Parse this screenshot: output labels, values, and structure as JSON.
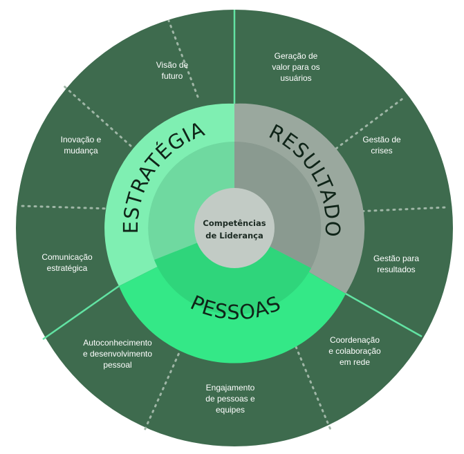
{
  "center": {
    "line1": "Competências",
    "line2": "de Liderança"
  },
  "ring": {
    "estrategia": "ESTRATÉGIA",
    "resultado": "RESULTADO",
    "pessoas": "PESSOAS"
  },
  "segments": [
    {
      "lines": [
        "Visão de",
        "futuro"
      ]
    },
    {
      "lines": [
        "Geração de",
        "valor para os",
        "usuários"
      ]
    },
    {
      "lines": [
        "Gestão de",
        "crises"
      ]
    },
    {
      "lines": [
        "Gestão para",
        "resultados"
      ]
    },
    {
      "lines": [
        "Coordenação",
        "e colaboração",
        "em rede"
      ]
    },
    {
      "lines": [
        "Engajamento",
        "de pessoas e",
        "equipes"
      ]
    },
    {
      "lines": [
        "Autoconhecimento",
        "e desenvolvimento",
        "pessoal"
      ]
    },
    {
      "lines": [
        "Comunicação",
        "estratégica"
      ]
    },
    {
      "lines": [
        "Inovação e",
        "mudança"
      ]
    }
  ],
  "colors": {
    "outer": "#3e6b4e",
    "estrategia": "#7fefb2",
    "estrategia_inner": "#6fd9a0",
    "resultado": "#9aa89e",
    "resultado_inner": "#8a9a90",
    "pessoas": "#34e887",
    "pessoas_inner": "#2fd57b",
    "center": "#c2cbc5",
    "divider": "#62e3a3"
  }
}
